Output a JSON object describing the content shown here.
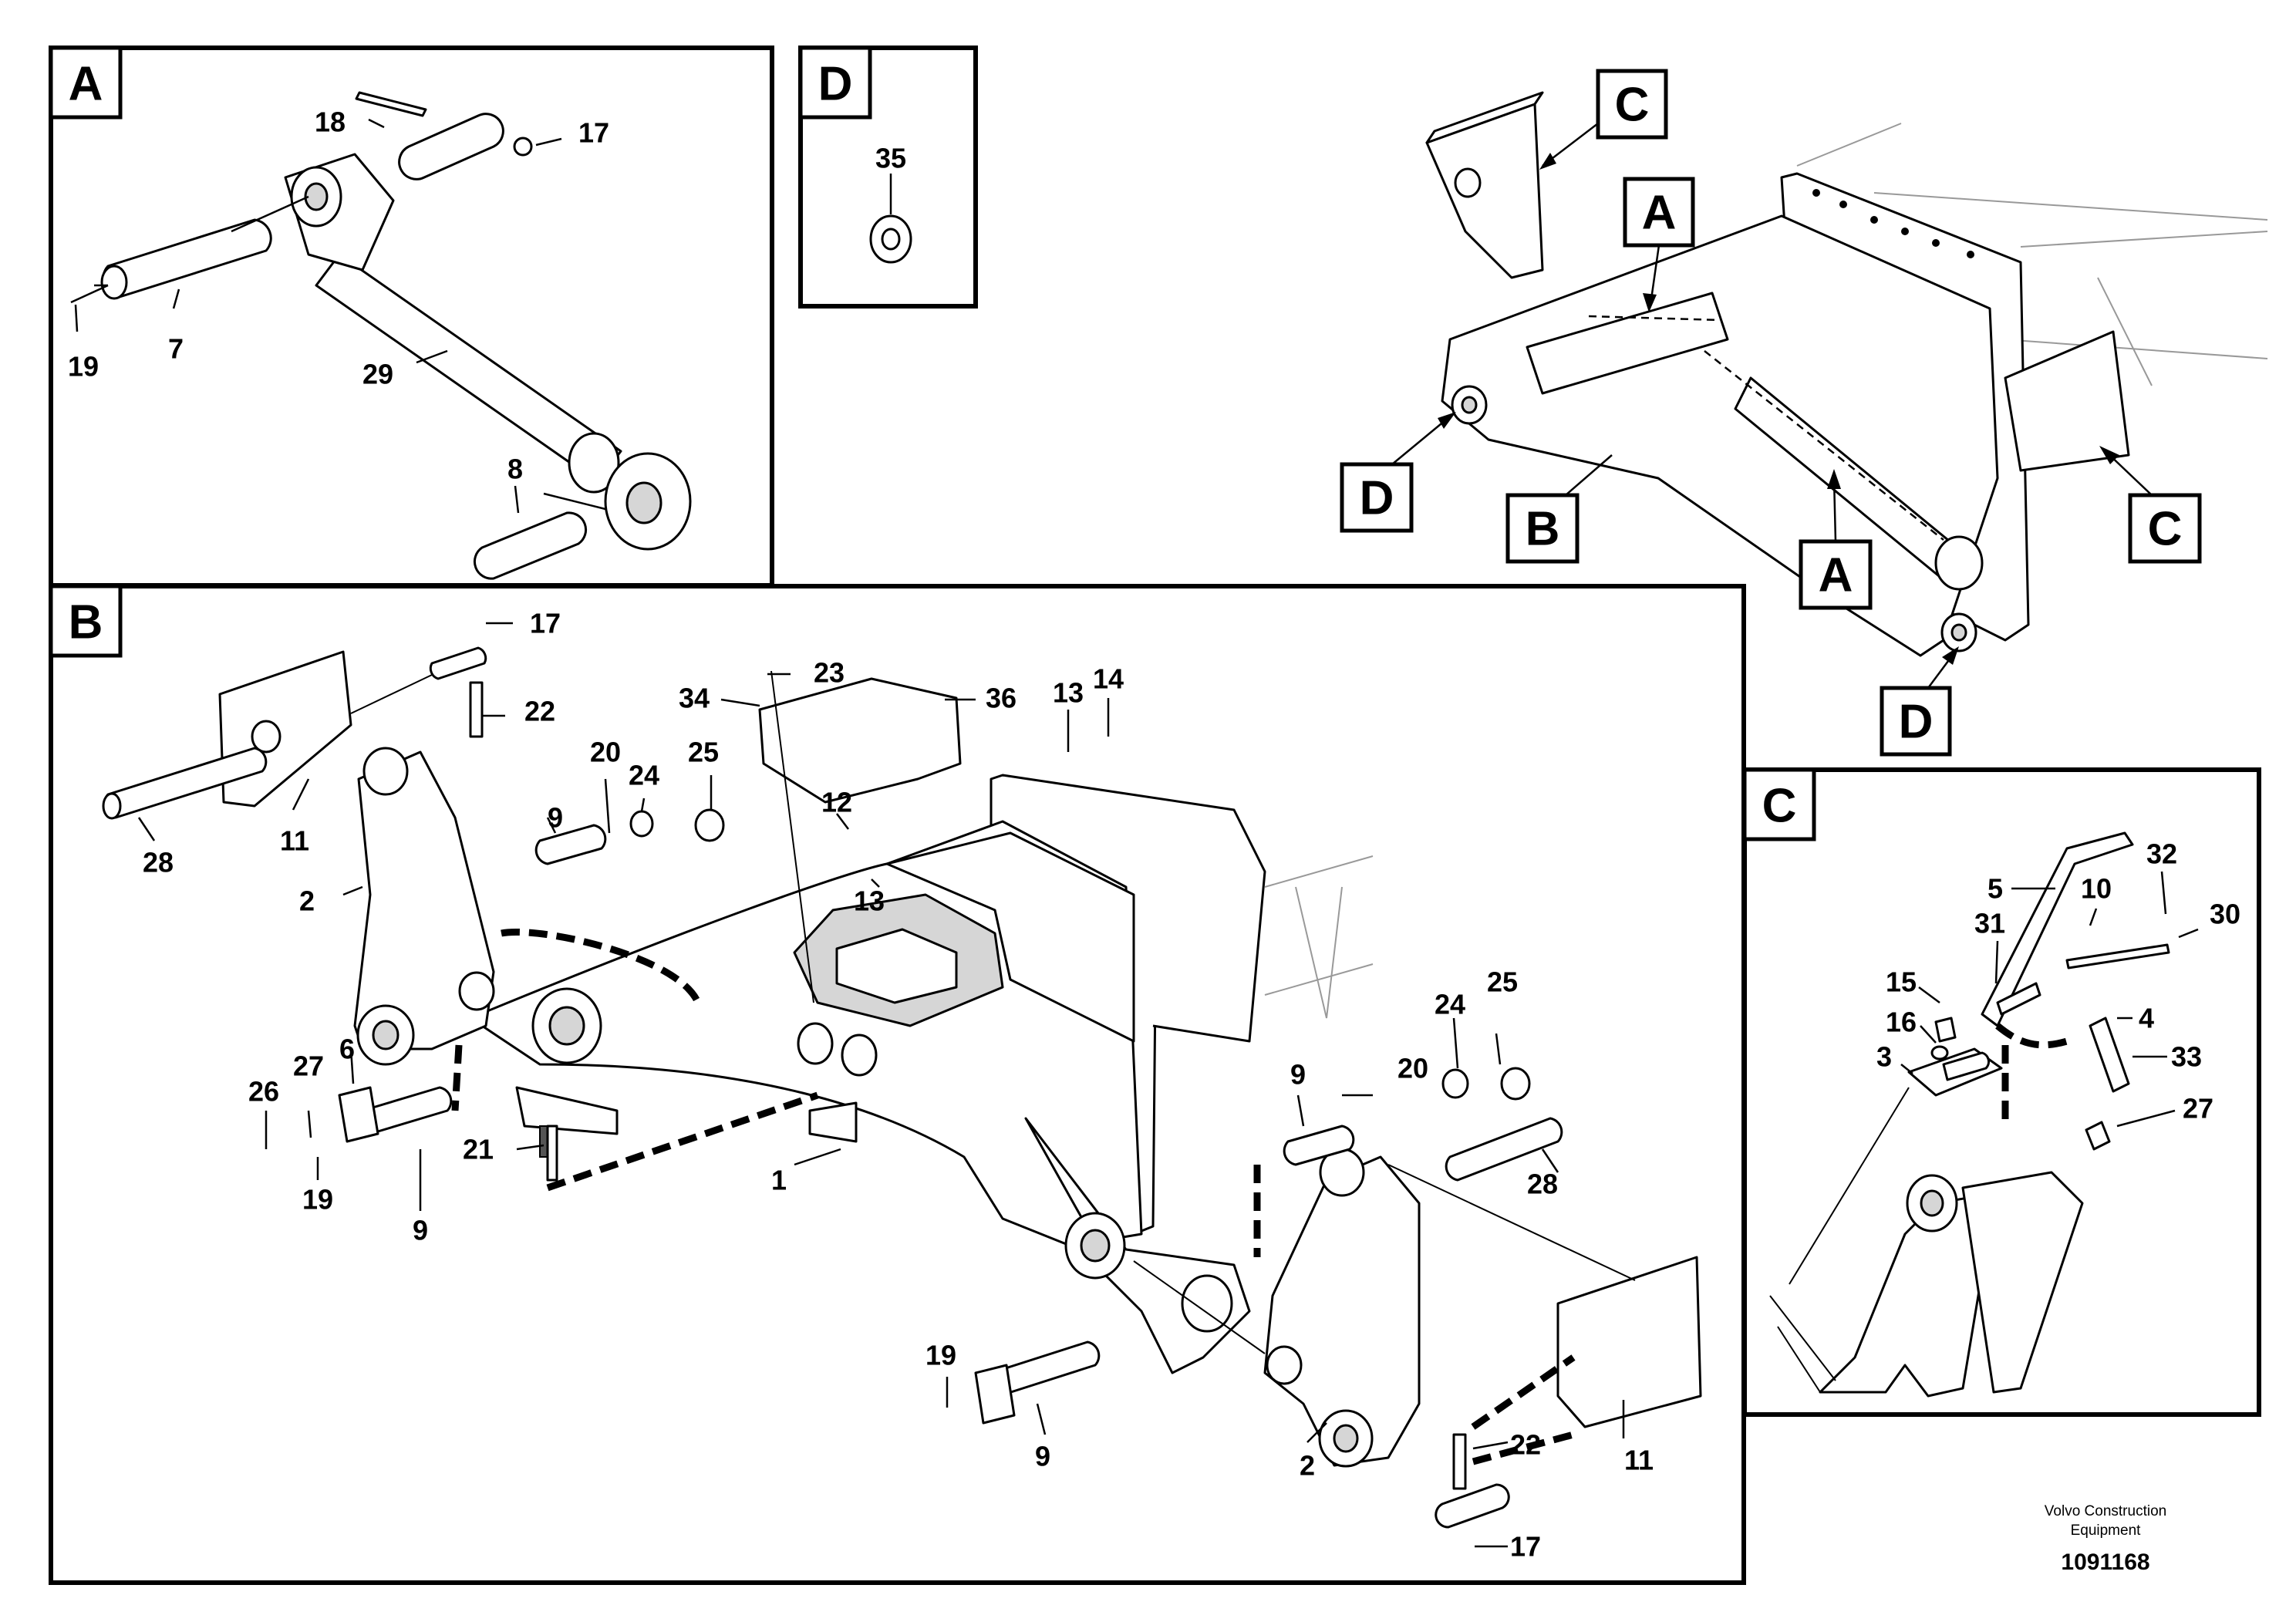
{
  "panels": {
    "A": {
      "tag": "A",
      "labels": [
        "18",
        "17",
        "19",
        "7",
        "29",
        "8"
      ]
    },
    "D": {
      "tag": "D",
      "labels": [
        "35"
      ]
    },
    "overview": {
      "tags": [
        "C",
        "A",
        "D",
        "B",
        "A",
        "C",
        "D"
      ]
    },
    "B": {
      "tag": "B",
      "labels": [
        "17",
        "22",
        "23",
        "34",
        "36",
        "13",
        "14",
        "28",
        "11",
        "20",
        "24",
        "25",
        "9",
        "12",
        "13",
        "2",
        "6",
        "27",
        "26",
        "21",
        "9",
        "19",
        "1",
        "24",
        "25",
        "9",
        "20",
        "28",
        "19",
        "9",
        "22",
        "2",
        "11",
        "17"
      ]
    },
    "C": {
      "tag": "C",
      "labels": [
        "5",
        "10",
        "32",
        "31",
        "30",
        "15",
        "4",
        "16",
        "33",
        "3",
        "27"
      ]
    }
  },
  "footer": {
    "company_line1": "Volvo Construction",
    "company_line2": "Equipment",
    "drawing_number": "1091168"
  },
  "colors": {
    "line": "#000000",
    "background": "#ffffff",
    "shade": "#d6d6d6"
  }
}
